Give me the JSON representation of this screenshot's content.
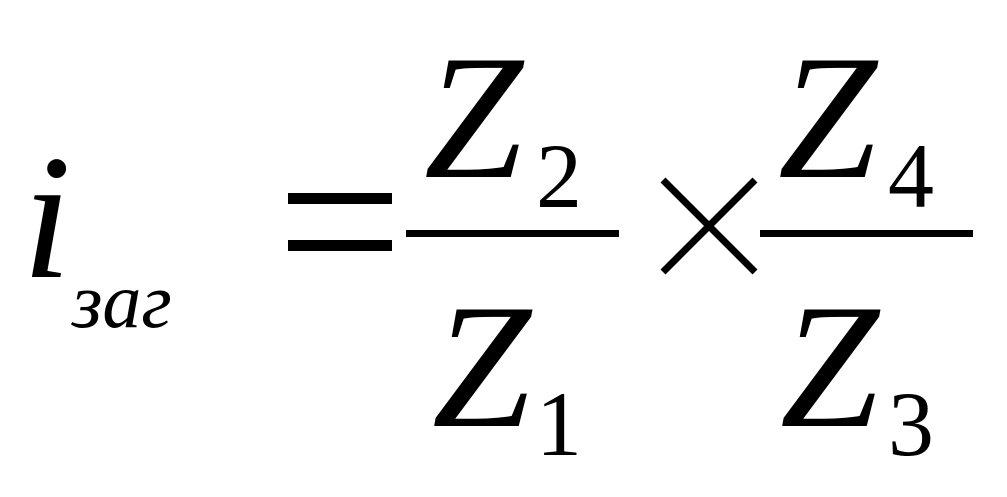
{
  "formula": {
    "lhs": {
      "variable": "i",
      "subscript": "заг"
    },
    "equals_sign": "=",
    "fraction1": {
      "numerator": {
        "symbol": "Z",
        "subscript": "2"
      },
      "denominator": {
        "symbol": "Z",
        "subscript": "1"
      }
    },
    "operator": "×",
    "fraction2": {
      "numerator": {
        "symbol": "Z",
        "subscript": "4"
      },
      "denominator": {
        "symbol": "Z",
        "subscript": "3"
      }
    }
  }
}
